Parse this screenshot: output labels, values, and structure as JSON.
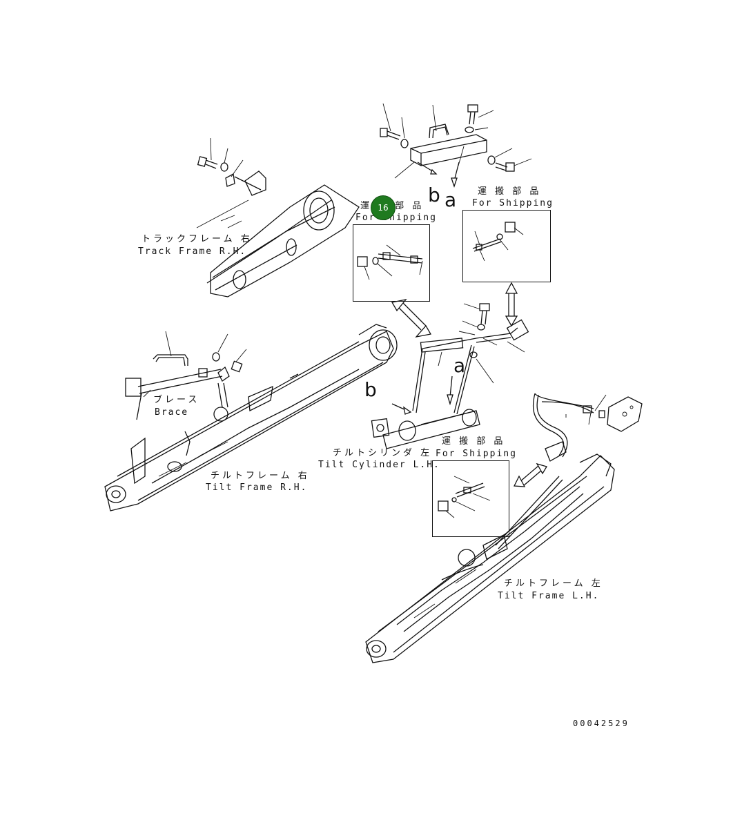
{
  "labels": {
    "track_frame_rh_jp": "トラックフレーム 右",
    "track_frame_rh_en": "Track Frame R.H.",
    "shipping_1_jp": "運 搬 部 品",
    "shipping_1_en": "For Shipping",
    "shipping_2_jp": "運 搬 部 品",
    "shipping_2_en": "For Shipping",
    "shipping_3_jp": "運 搬 部 品",
    "shipping_3_en": "For Shipping",
    "brace_jp": "ブレース",
    "brace_en": "Brace",
    "tilt_cylinder_lh_jp": "チルトシリンダ 左",
    "tilt_cylinder_lh_en": "Tilt Cylinder L.H.",
    "tilt_frame_rh_jp": "チルトフレーム 右",
    "tilt_frame_rh_en": "Tilt Frame R.H.",
    "tilt_frame_lh_jp": "チルトフレーム 左",
    "tilt_frame_lh_en": "Tilt Frame L.H.",
    "ref_a_top": "a",
    "ref_b_top": "b",
    "ref_a_mid": "a",
    "ref_b_mid": "b",
    "drawing_number": "00042529"
  },
  "callout": {
    "number": "16",
    "color": "#1f7a1f"
  }
}
